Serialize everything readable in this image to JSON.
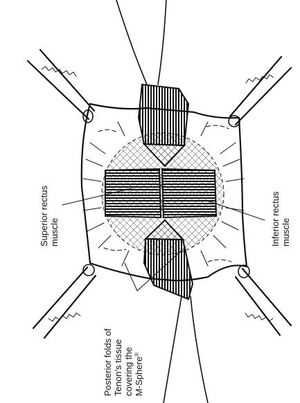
{
  "labels": {
    "superior_rectus": [
      "Superior rectus",
      "muscle"
    ],
    "inferior_rectus": [
      "Inferior rectus",
      "muscle"
    ],
    "posterior_folds": [
      "Posterior folds of",
      "Tenon’s tissue",
      "covering the",
      "M-Sphere"
    ],
    "registered_mark": "®"
  }
}
